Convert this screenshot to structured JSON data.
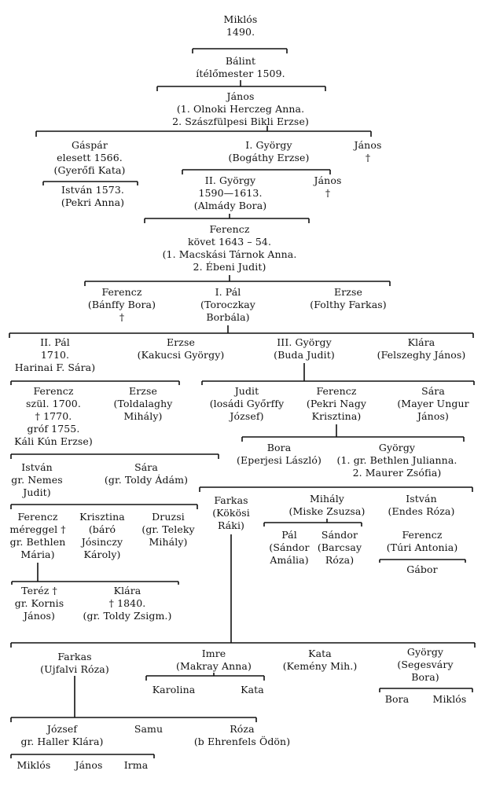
{
  "nodes": [
    {
      "id": "miklos",
      "lines": [
        "Miklós",
        "1490."
      ]
    },
    {
      "id": "balint",
      "lines": [
        "Bálint",
        "ítélőmester 1509."
      ]
    },
    {
      "id": "janos1",
      "lines": [
        "János",
        "(1. Olnoki Herczeg Anna.",
        "2. Szászfülpesi Bikli Erzse)"
      ]
    },
    {
      "id": "gaspar",
      "lines": [
        "Gáspár",
        "elesett 1566.",
        "(Gyerőfi Kata)"
      ]
    },
    {
      "id": "gyorgy1",
      "lines": [
        "I. György",
        "(Bogáthy Erzse)"
      ]
    },
    {
      "id": "janos2",
      "lines": [
        "János",
        "†"
      ]
    },
    {
      "id": "istvan1573",
      "lines": [
        "István 1573.",
        "(Pekri Anna)"
      ]
    },
    {
      "id": "gyorgy2",
      "lines": [
        "II. György",
        "1590—1613.",
        "(Almády Bora)"
      ]
    },
    {
      "id": "janos3",
      "lines": [
        "János",
        "†"
      ]
    },
    {
      "id": "ferencz_kovet",
      "lines": [
        "Ferencz",
        "követ 1643 – 54.",
        "(1. Macskási Tárnok Anna.",
        "2. Ébeni Judit)"
      ]
    },
    {
      "id": "ferencz_banffy",
      "lines": [
        "Ferencz",
        "(Bánffy Bora)",
        "†"
      ]
    },
    {
      "id": "pal1",
      "lines": [
        "I. Pál",
        "(Toroczkay",
        "Borbála)"
      ]
    },
    {
      "id": "erzse_folthy",
      "lines": [
        "Erzse",
        "(Folthy Farkas)"
      ]
    },
    {
      "id": "pal2",
      "lines": [
        "II. Pál",
        "1710.",
        "Harinai F. Sára)"
      ]
    },
    {
      "id": "erzse_kakucsi",
      "lines": [
        "Erzse",
        "(Kakucsi György)"
      ]
    },
    {
      "id": "gyorgy3",
      "lines": [
        "III. György",
        "(Buda Judit)"
      ]
    },
    {
      "id": "klara_felszeghy",
      "lines": [
        "Klára",
        "(Felszeghy János)"
      ]
    },
    {
      "id": "ferencz1700",
      "lines": [
        "Ferencz",
        "szül. 1700.",
        "† 1770.",
        "gróf 1755.",
        "Káli Kún Erzse)"
      ]
    },
    {
      "id": "erzse_toldalaghy",
      "lines": [
        "Erzse",
        "(Toldalaghy",
        "Mihály)"
      ]
    },
    {
      "id": "judit_gyorffy",
      "lines": [
        "Judit",
        "(losádi Győrffy",
        "József)"
      ]
    },
    {
      "id": "ferencz_pekri",
      "lines": [
        "Ferencz",
        "(Pekri Nagy",
        "Krisztina)"
      ]
    },
    {
      "id": "sara_mayer",
      "lines": [
        "Sára",
        "(Mayer Ungur",
        "János)"
      ]
    },
    {
      "id": "bora_eperjesi",
      "lines": [
        "Bora",
        "(Eperjesi László)"
      ]
    },
    {
      "id": "gyorgy_bethlen",
      "lines": [
        "György",
        "(1. gr. Bethlen Julianna.",
        "2. Maurer Zsófia)"
      ]
    },
    {
      "id": "istvan_nemes",
      "lines": [
        "István",
        "gr. Nemes",
        "Judit)"
      ]
    },
    {
      "id": "sara_toldy",
      "lines": [
        "Sára",
        "(gr. Toldy Ádám)"
      ]
    },
    {
      "id": "farkas_kokosi",
      "lines": [
        "Farkas",
        "(Kökösi",
        "Ráki)"
      ]
    },
    {
      "id": "mihaly_miske",
      "lines": [
        "Mihály",
        "(Miske Zsuzsa)"
      ]
    },
    {
      "id": "istvan_endes",
      "lines": [
        "István",
        "(Endes Róza)"
      ]
    },
    {
      "id": "ferencz_mereggel",
      "lines": [
        "Ferencz",
        "méreggel †",
        "gr. Bethlen",
        "Mária)"
      ]
    },
    {
      "id": "krisztina_josinczy",
      "lines": [
        "Krisztina",
        "(báró",
        "Jósinczy",
        "Károly)"
      ]
    },
    {
      "id": "druzsi_teleky",
      "lines": [
        "Druzsi",
        "(gr. Teleky",
        "Mihály)"
      ]
    },
    {
      "id": "pal_sandor",
      "lines": [
        "Pál",
        "(Sándor",
        "Amália)"
      ]
    },
    {
      "id": "sandor_barcsay",
      "lines": [
        "Sándor",
        "(Barcsay",
        "Róza)"
      ]
    },
    {
      "id": "ferencz_turi",
      "lines": [
        "Ferencz",
        "(Túri Antonia)"
      ]
    },
    {
      "id": "gabor",
      "lines": [
        "Gábor"
      ]
    },
    {
      "id": "terez_kornis",
      "lines": [
        "Teréz †",
        "gr. Kornis",
        "János)"
      ]
    },
    {
      "id": "klara_toldy",
      "lines": [
        "Klára",
        "† 1840.",
        "(gr. Toldy Zsigm.)"
      ]
    },
    {
      "id": "farkas_ujfalvi",
      "lines": [
        "Farkas",
        "(Ujfalvi Róza)"
      ]
    },
    {
      "id": "imre_makray",
      "lines": [
        "Imre",
        "(Makray Anna)"
      ]
    },
    {
      "id": "kata_kemeny",
      "lines": [
        "Kata",
        "(Kemény Mih.)"
      ]
    },
    {
      "id": "gyorgy_segesvary",
      "lines": [
        "György",
        "(Segesváry",
        "Bora)"
      ]
    },
    {
      "id": "karolina",
      "lines": [
        "Karolina"
      ]
    },
    {
      "id": "kata2",
      "lines": [
        "Kata"
      ]
    },
    {
      "id": "bora2",
      "lines": [
        "Bora"
      ]
    },
    {
      "id": "miklos2",
      "lines": [
        "Miklós"
      ]
    },
    {
      "id": "jozsef_haller",
      "lines": [
        "József",
        "gr. Haller Klára)"
      ]
    },
    {
      "id": "samu",
      "lines": [
        "Samu"
      ]
    },
    {
      "id": "roza_ehrenfels",
      "lines": [
        "Róza",
        "(b Ehrenfels Ödön)"
      ]
    },
    {
      "id": "miklos3",
      "lines": [
        "Miklós"
      ]
    },
    {
      "id": "janos4",
      "lines": [
        "János"
      ]
    },
    {
      "id": "irma",
      "lines": [
        "Irma"
      ]
    }
  ]
}
